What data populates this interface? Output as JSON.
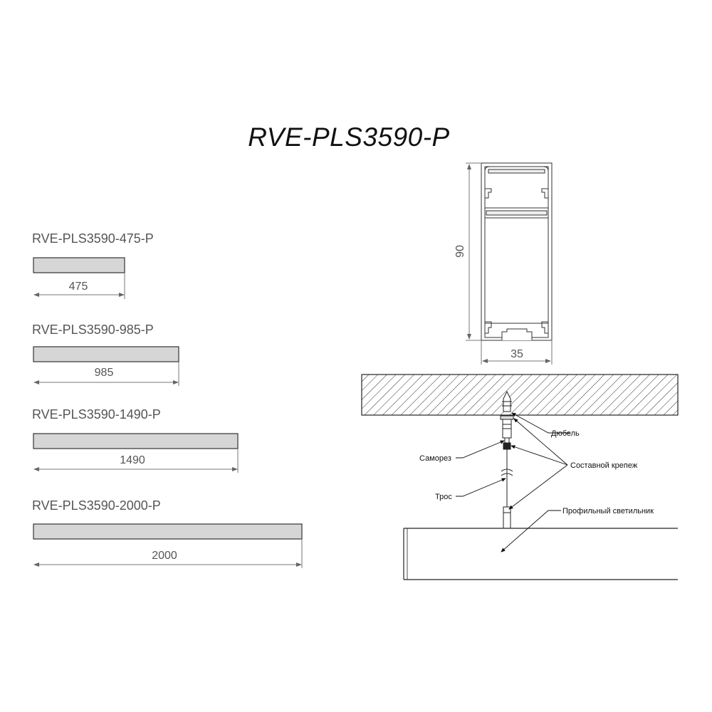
{
  "title": "RVE-PLS3590-P",
  "variants": [
    {
      "label": "RVE-PLS3590-475-P",
      "length": "475"
    },
    {
      "label": "RVE-PLS3590-985-P",
      "length": "985"
    },
    {
      "label": "RVE-PLS3590-1490-P",
      "length": "1490"
    },
    {
      "label": "RVE-PLS3590-2000-P",
      "length": "2000"
    }
  ],
  "profile": {
    "height": "90",
    "width": "35"
  },
  "callouts": {
    "dowel": "Дюбель",
    "screw": "Саморез",
    "composite_mount": "Составной крепеж",
    "cable": "Трос",
    "luminaire": "Профильный светильник"
  },
  "colors": {
    "bar_fill": "#d6d6d6",
    "bar_stroke": "#333333",
    "dim_line": "#777777",
    "line": "#222222"
  }
}
